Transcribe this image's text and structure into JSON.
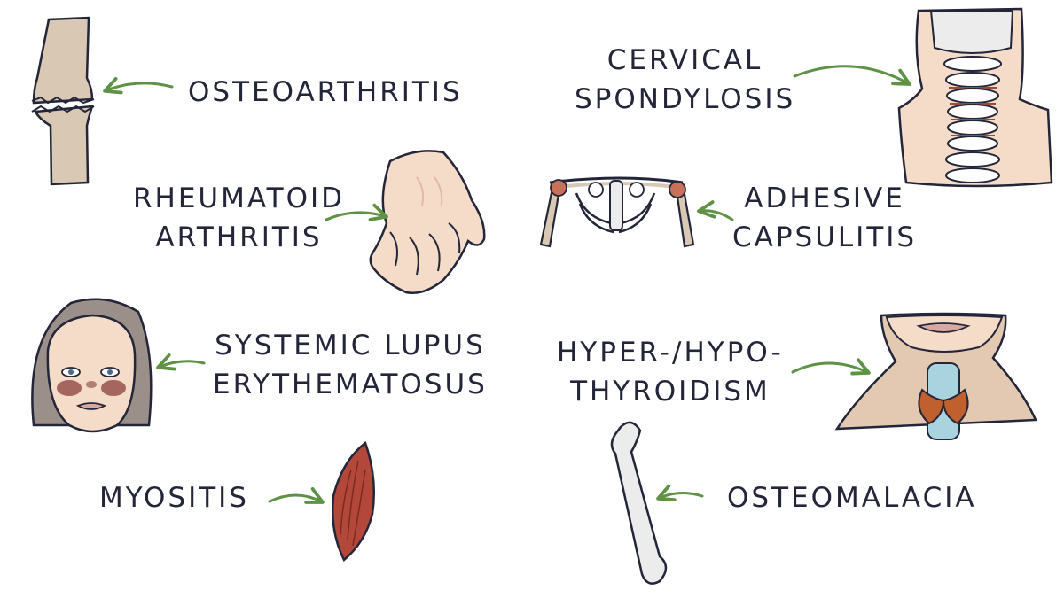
{
  "colors": {
    "ink": "#232638",
    "arrow": "#5e9245",
    "bone": "#d8c8b4",
    "skin": "#f4dcc9",
    "muscle": "#b3483a",
    "thyroid": "#c0602e",
    "cartilage": "#a9d3df",
    "hair": "#9b8f89"
  },
  "conditions": {
    "osteoarthritis": {
      "label": "OSTEOARTHRITIS",
      "icon": "knee-joint-icon"
    },
    "cervical": {
      "line1": "CERVICAL",
      "line2": "SPONDYLOSIS",
      "icon": "cervical-spine-icon"
    },
    "rheumatoid": {
      "line1": "RHEUMATOID",
      "line2": "ARTHRITIS",
      "icon": "deformed-hand-icon"
    },
    "adhesive": {
      "line1": "ADHESIVE",
      "line2": "CAPSULITIS",
      "icon": "shoulder-girdle-icon"
    },
    "lupus": {
      "line1": "SYSTEMIC LUPUS",
      "line2": "ERYTHEMATOSUS",
      "icon": "face-rash-icon"
    },
    "thyroid": {
      "line1": "HYPER-/HYPO-",
      "line2": "THYROIDISM",
      "icon": "thyroid-gland-icon"
    },
    "myositis": {
      "label": "MYOSITIS",
      "icon": "muscle-icon"
    },
    "osteomalacia": {
      "label": "OSTEOMALACIA",
      "icon": "femur-bone-icon"
    }
  }
}
